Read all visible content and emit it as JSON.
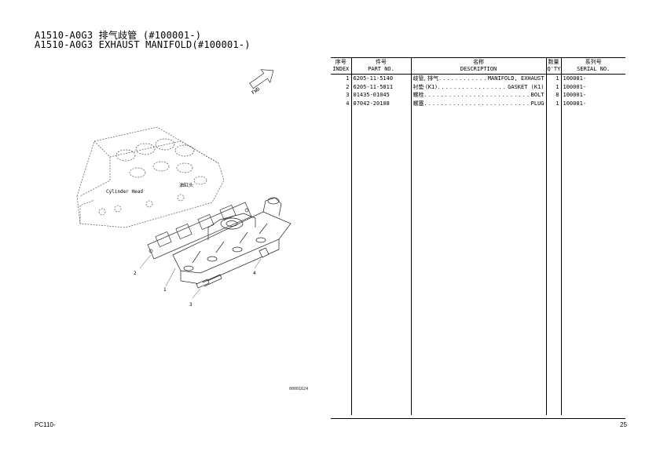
{
  "header": {
    "title_cn": "A1510-A0G3 排气歧管 (#100001-)",
    "title_en": "A1510-A0G3 EXHAUST MANIFOLD(#100001-)"
  },
  "table": {
    "columns": [
      {
        "cn": "序号",
        "en": "INDEX"
      },
      {
        "cn": "件号",
        "en": "PART NO."
      },
      {
        "cn": "名称",
        "en": "DESCRIPTION"
      },
      {
        "cn": "数量",
        "en": "Q'TY"
      },
      {
        "cn": "系列号",
        "en": "SERIAL NO."
      }
    ],
    "rows": [
      {
        "index": "1",
        "part_no": "6205-11-5140",
        "desc_cn": "歧管, 排气",
        "desc_en": "MANIFOLD, EXHAUST",
        "qty": "1",
        "serial": "100001-"
      },
      {
        "index": "2",
        "part_no": "6205-11-5811",
        "desc_cn": "衬垫 (K1)",
        "desc_en": "GASKET (K1)",
        "qty": "1",
        "serial": "100001-"
      },
      {
        "index": "3",
        "part_no": "01435-01045",
        "desc_cn": "螺栓",
        "desc_en": "BOLT",
        "qty": "8",
        "serial": "100001-"
      },
      {
        "index": "4",
        "part_no": "07042-20108",
        "desc_cn": "螺塞",
        "desc_en": "PLUG",
        "qty": "1",
        "serial": "100001-"
      }
    ]
  },
  "diagram": {
    "label_cn": "油缸头",
    "label_en": "Cylinder Head",
    "fwd": "FWD",
    "callouts": [
      "1",
      "2",
      "3",
      "4"
    ],
    "figure_code": "00001624"
  },
  "footer": {
    "model": "PC110-",
    "page": "25"
  }
}
